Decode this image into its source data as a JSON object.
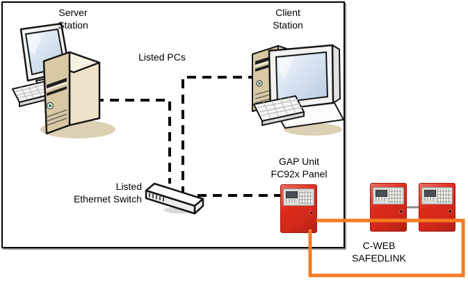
{
  "colors": {
    "safedlink_orange": "#f57b20",
    "panel_red": "#df2a1b",
    "wire_black": "#000000",
    "panel_link_gray": "#8c8c8c"
  },
  "nodes": {
    "server_station": {
      "label": "Server\nStation"
    },
    "client_station": {
      "label": "Client\nStation"
    },
    "listed_pcs": {
      "label": "Listed PCs"
    },
    "ethernet_switch": {
      "label": "Listed\nEthernet Switch"
    },
    "gap_unit": {
      "label": "GAP Unit\nFC92x Panel"
    },
    "safedlink": {
      "label": "C-WEB\nSAFEDLINK"
    }
  },
  "icons": [
    {
      "name": "server-station-icon",
      "depicts": "desktop computer with tower"
    },
    {
      "name": "client-station-icon",
      "depicts": "desktop computer with tower"
    },
    {
      "name": "ethernet-switch-icon",
      "depicts": "ethernet switch"
    },
    {
      "name": "fire-panel-icon",
      "depicts": "red fire alarm control panel",
      "count": 3
    }
  ],
  "connections": [
    {
      "from": "Server Station",
      "to": "Listed Ethernet Switch",
      "style": "dashed-black"
    },
    {
      "from": "Client Station",
      "to": "Listed Ethernet Switch",
      "style": "dashed-black"
    },
    {
      "from": "Listed Ethernet Switch",
      "to": "GAP Unit FC92x Panel",
      "style": "dashed-black"
    },
    {
      "from": "GAP Unit FC92x Panel",
      "to": "remote fire panels",
      "style": "orange-ring",
      "label": "C-WEB SAFEDLINK"
    },
    {
      "from": "fire panel 2",
      "to": "fire panel 3",
      "style": "gray-solid"
    }
  ]
}
